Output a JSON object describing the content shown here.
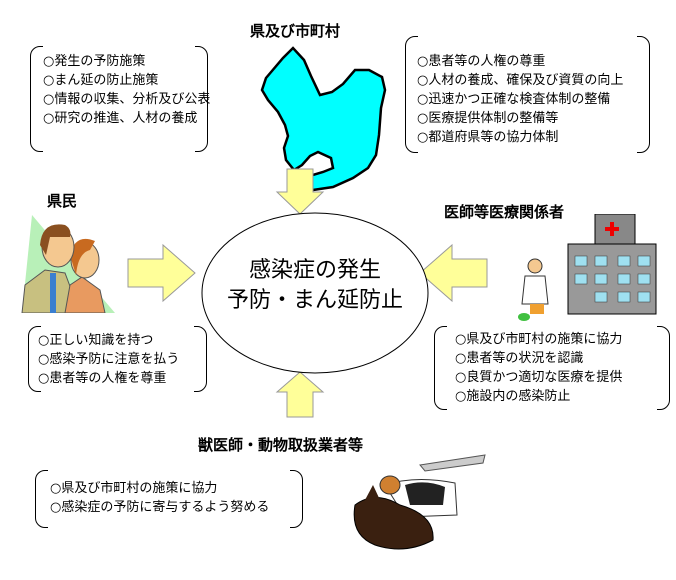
{
  "prefecture": {
    "title": "県及び市町村",
    "left_items": [
      "○発生の予防施策",
      "○まん延の防止施策",
      "○情報の収集、分析及び公表",
      "○研究の推進、人材の養成"
    ],
    "right_items": [
      "○患者等の人権の尊重",
      "○人材の養成、確保及び資質の向上",
      "○迅速かつ正確な検査体制の整備",
      "○医療提供体制の整備等",
      "○都道府県等の協力体制"
    ]
  },
  "center": {
    "line1": "感染症の発生",
    "line2": "予防・まん延防止"
  },
  "citizens": {
    "title": "県民",
    "items": [
      "○正しい知識を持つ",
      "○感染予防に注意を払う",
      "○患者等の人権を尊重"
    ]
  },
  "medical": {
    "title": "医師等医療関係者",
    "items": [
      "○県及び市町村の施策に協力",
      "○患者等の状況を認識",
      "○良質かつ適切な医療を提供",
      "○施設内の感染防止"
    ]
  },
  "veterinary": {
    "title": "獣医師・動物取扱業者等",
    "items": [
      "○県及び市町村の施策に協力",
      "○感染症の予防に寄与するよう努める"
    ]
  },
  "colors": {
    "map": "#00FFFF",
    "arrow": "#FFFF99"
  }
}
